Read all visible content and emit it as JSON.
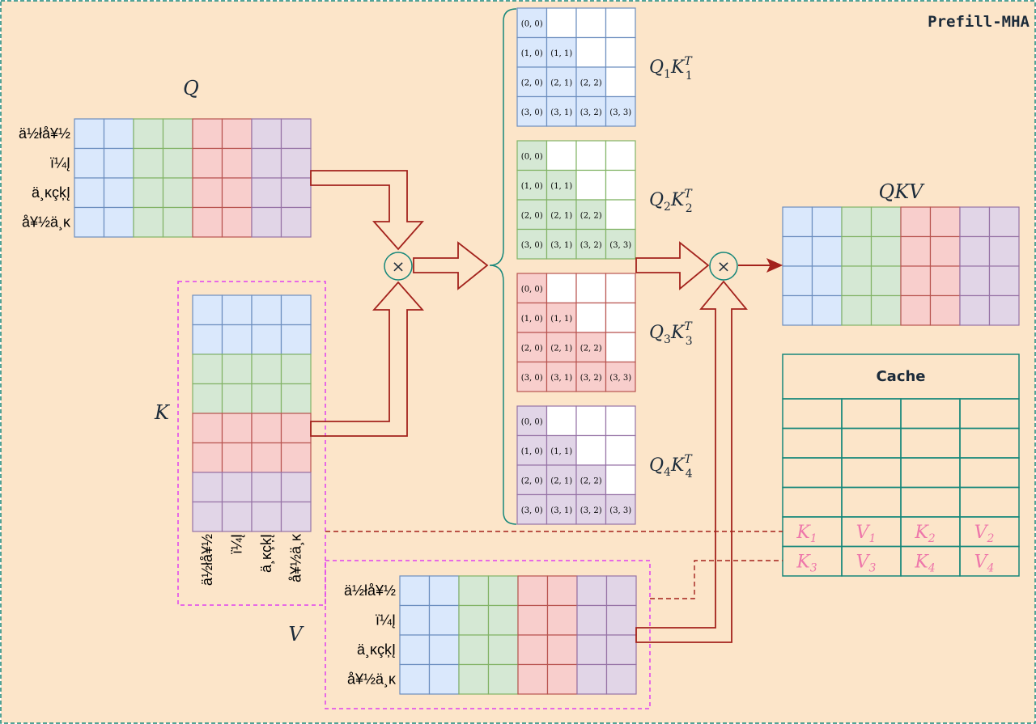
{
  "title": "Prefill-MHA",
  "tokens": [
    "ä½łå¥½",
    "ï¼Į",
    "ä¸ĸçķĮ",
    "å¥½ä¸ĸ"
  ],
  "q_label": "Q",
  "k_label": "K",
  "v_label": "V",
  "qkv_label": "QKV",
  "score_blocks": [
    {
      "q": "Q",
      "qs": "1",
      "k": "K",
      "ks": "1",
      "sup": "T"
    },
    {
      "q": "Q",
      "qs": "2",
      "k": "K",
      "ks": "2",
      "sup": "T"
    },
    {
      "q": "Q",
      "qs": "3",
      "k": "K",
      "ks": "3",
      "sup": "T"
    },
    {
      "q": "Q",
      "qs": "4",
      "k": "K",
      "ks": "4",
      "sup": "T"
    }
  ],
  "cell_labels": [
    [
      "(0, 0)"
    ],
    [
      "(1, 0)",
      "(1, 1)"
    ],
    [
      "(2, 0)",
      "(2, 1)",
      "(2, 2)"
    ],
    [
      "(3, 0)",
      "(3, 1)",
      "(3, 2)",
      "(3, 3)"
    ]
  ],
  "cache": {
    "title": "Cache",
    "rows": [
      [
        {
          "v": "K",
          "s": "1"
        },
        {
          "v": "V",
          "s": "1"
        },
        {
          "v": "K",
          "s": "2"
        },
        {
          "v": "V",
          "s": "2"
        }
      ],
      [
        {
          "v": "K",
          "s": "3"
        },
        {
          "v": "V",
          "s": "3"
        },
        {
          "v": "K",
          "s": "4"
        },
        {
          "v": "V",
          "s": "4"
        }
      ]
    ]
  },
  "multiply_symbol": "×",
  "colors": {
    "background": "#fce5c9",
    "frame": "#16877a",
    "arrow": "#a3221c",
    "dashed_box": "#e040f0",
    "head1_fill": "#dae8fc",
    "head1_stroke": "#6c8ebf",
    "head2_fill": "#d5e8d4",
    "head2_stroke": "#82b366",
    "head3_fill": "#f8cecc",
    "head3_stroke": "#b85450",
    "head4_fill": "#e1d5e7",
    "head4_stroke": "#9673a6",
    "cache_stroke": "#16877a",
    "kv_text": "#ee77aa"
  }
}
